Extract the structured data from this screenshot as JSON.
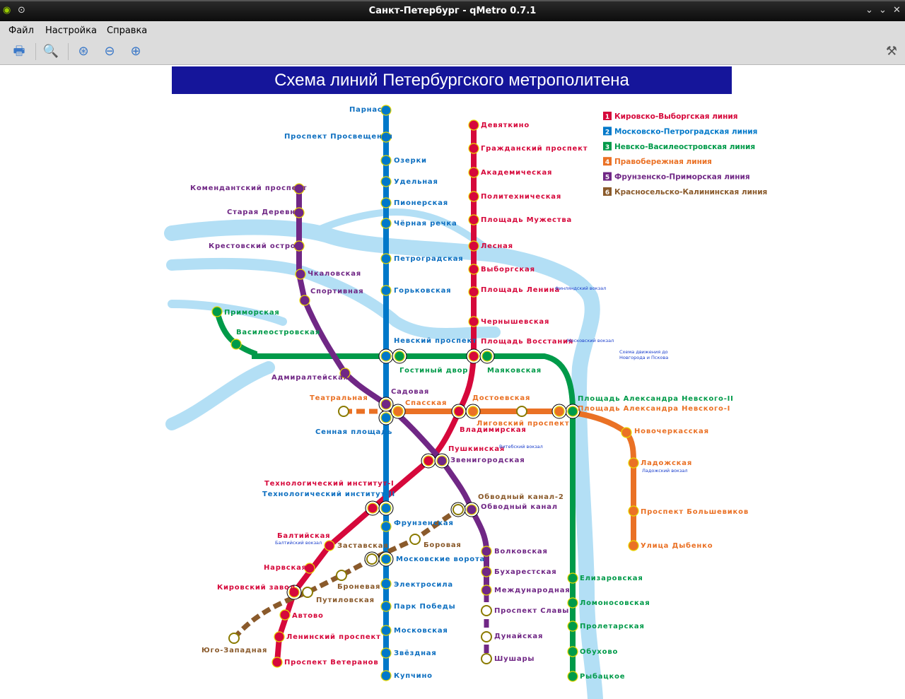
{
  "window": {
    "title": "Санкт-Петербург - qMetro 0.7.1"
  },
  "menu": {
    "file": "Файл",
    "settings": "Настройка",
    "help": "Справка"
  },
  "toolbar": {
    "icons": [
      "print-icon",
      "preview-icon",
      "zoom-fit-icon",
      "zoom-out-icon",
      "zoom-in-icon",
      "settings-tools-icon"
    ]
  },
  "map": {
    "title": "Схема линий Петербургского метрополитена",
    "colors": {
      "red": "#d6083b",
      "blue": "#0078c9",
      "green": "#009a49",
      "orange": "#ea7125",
      "purple": "#702785",
      "brown": "#8a5a2b",
      "river": "#b3dff5",
      "banner": "#15159a"
    },
    "legend": [
      {
        "num": "1",
        "label": "Кировско-Выборгская линия",
        "color": "#d6083b"
      },
      {
        "num": "2",
        "label": "Московско-Петроградская линия",
        "color": "#0078c9"
      },
      {
        "num": "3",
        "label": "Невско-Василеостровская линия",
        "color": "#009a49"
      },
      {
        "num": "4",
        "label": "Правобережная линия",
        "color": "#ea7125"
      },
      {
        "num": "5",
        "label": "Фрунзенско-Приморская линия",
        "color": "#702785"
      },
      {
        "num": "6",
        "label": "Красносельско-Калининская линия",
        "color": "#8a5a2b"
      }
    ],
    "lines": {
      "red": [
        "Девяткино",
        "Гражданский проспект",
        "Академическая",
        "Политехническая",
        "Площадь Мужества",
        "Лесная",
        "Выборгская",
        "Площадь Ленина",
        "Чернышевская",
        "Площадь Восстания",
        "Владимирская",
        "Пушкинская",
        "Технологический институт-I",
        "Балтийская",
        "Нарвская",
        "Кировский завод",
        "Автово",
        "Ленинский проспект",
        "Проспект Ветеранов"
      ],
      "blue": [
        "Парнас",
        "Проспект Просвещения",
        "Озерки",
        "Удельная",
        "Пионерская",
        "Чёрная речка",
        "Петроградская",
        "Горьковская",
        "Невский проспект",
        "Сенная площадь",
        "Технологический институт-II",
        "Фрунзенская",
        "Московские ворота",
        "Электросила",
        "Парк Победы",
        "Московская",
        "Звёздная",
        "Купчино"
      ],
      "green": [
        "Приморская",
        "Василеостровская",
        "Гостиный двор",
        "Маяковская",
        "Площадь Александра Невского-II",
        "Елизаровская",
        "Ломоносовская",
        "Пролетарская",
        "Обухово",
        "Рыбацкое"
      ],
      "orange": [
        "Театральная",
        "Спасская",
        "Достоевская",
        "Лиговский проспект",
        "Площадь Александра Невского-I",
        "Новочеркасская",
        "Ладожская",
        "Проспект Большевиков",
        "Улица Дыбенко"
      ],
      "purple": [
        "Комендантский проспект",
        "Старая Деревня",
        "Крестовский остров",
        "Чкаловская",
        "Спортивная",
        "Адмиралтейская",
        "Садовая",
        "Звенигородская",
        "Обводный канал",
        "Волковская",
        "Бухарестская",
        "Международная",
        "Проспект Славы",
        "Дунайская",
        "Шушары"
      ],
      "brown": [
        "Юго-Западная",
        "Путиловская",
        "Броневая",
        "Заставская",
        "Боровая",
        "Обводный канал-2"
      ]
    },
    "notes": [
      "Финляндский вокзал",
      "Московский вокзал",
      "Схема движения до Новгорода и Пскова",
      "Витебский вокзал",
      "Ладожский вокзал",
      "Балтийский вокзал"
    ]
  }
}
